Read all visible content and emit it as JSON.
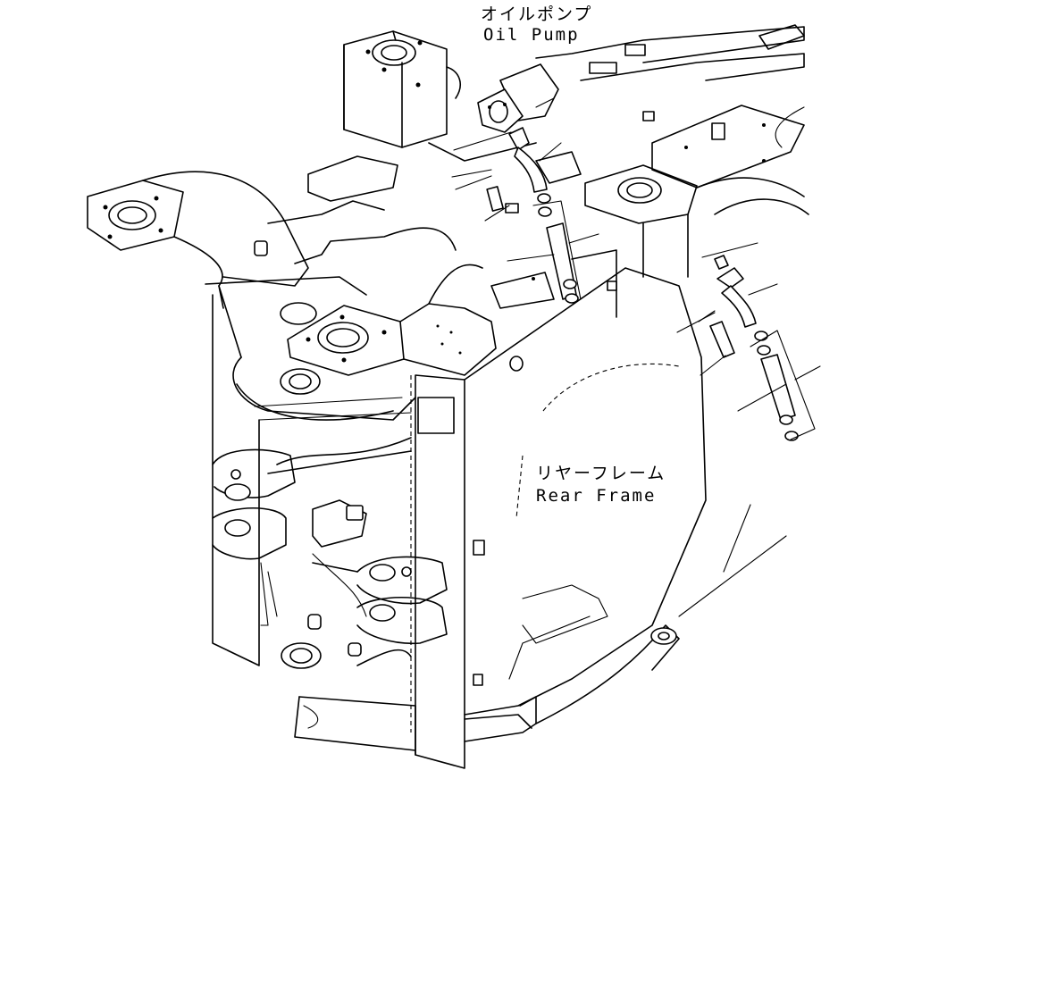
{
  "labels": {
    "oil_pump_jp": "オイルポンプ",
    "oil_pump_en": "Oil Pump",
    "rear_frame_jp": "リヤーフレーム",
    "rear_frame_en": "Rear Frame"
  },
  "colors": {
    "ink": "#000000",
    "paper": "#ffffff"
  }
}
